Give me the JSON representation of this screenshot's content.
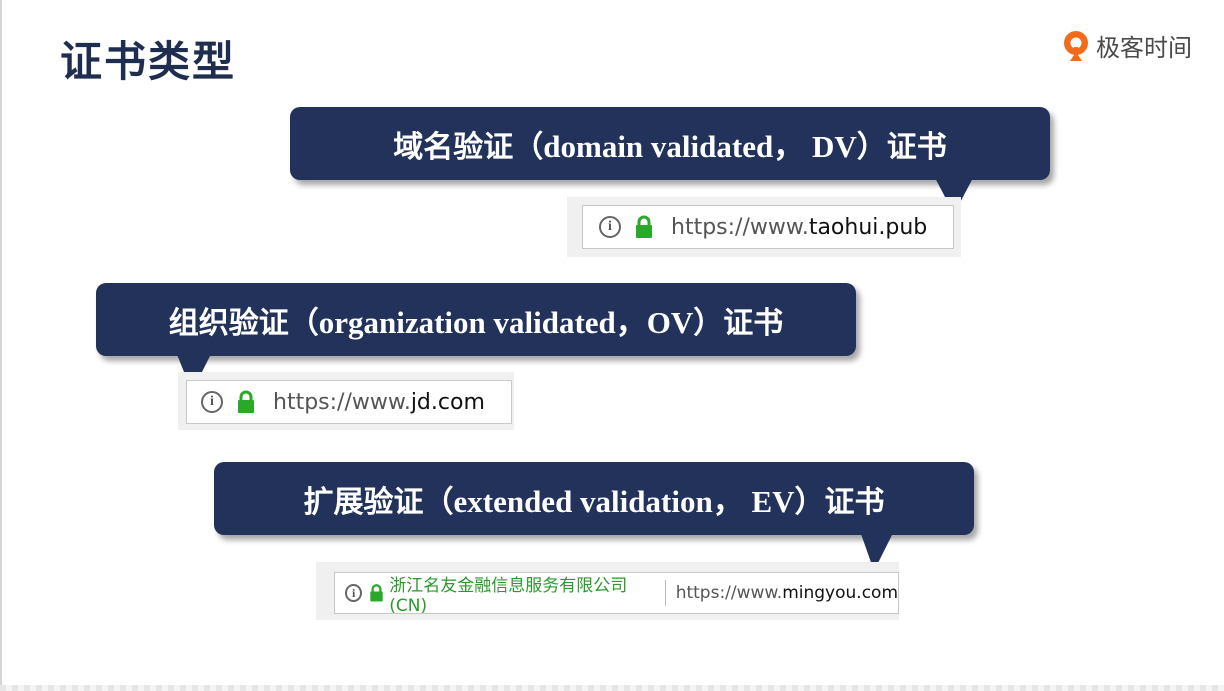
{
  "page": {
    "title": "证书类型",
    "brand": "极客时间"
  },
  "callouts": {
    "dv": {
      "zh_prefix": "域名验证（",
      "en": "domain validated， DV",
      "zh_suffix": "）证书"
    },
    "ov": {
      "zh_prefix": "组织验证（",
      "en": "organization validated，OV",
      "zh_suffix": "）证书"
    },
    "ev": {
      "zh_prefix": "扩展验证（",
      "en": "extended validation， EV",
      "zh_suffix": "）证书"
    }
  },
  "urlbars": {
    "dv": {
      "info": "i",
      "scheme": "https://www.",
      "host": "taohui.pub"
    },
    "ov": {
      "info": "i",
      "scheme": "https://www.",
      "host": "jd.com"
    },
    "ev": {
      "info": "i",
      "org": "浙江名友金融信息服务有限公司 (CN)",
      "scheme": "https://www.",
      "host": "mingyou.com"
    }
  },
  "colors": {
    "title": "#1f2d4f",
    "callout_bg": "#22325a",
    "lock_green": "#2aa82a",
    "brand_orange": "#f26b1d"
  }
}
